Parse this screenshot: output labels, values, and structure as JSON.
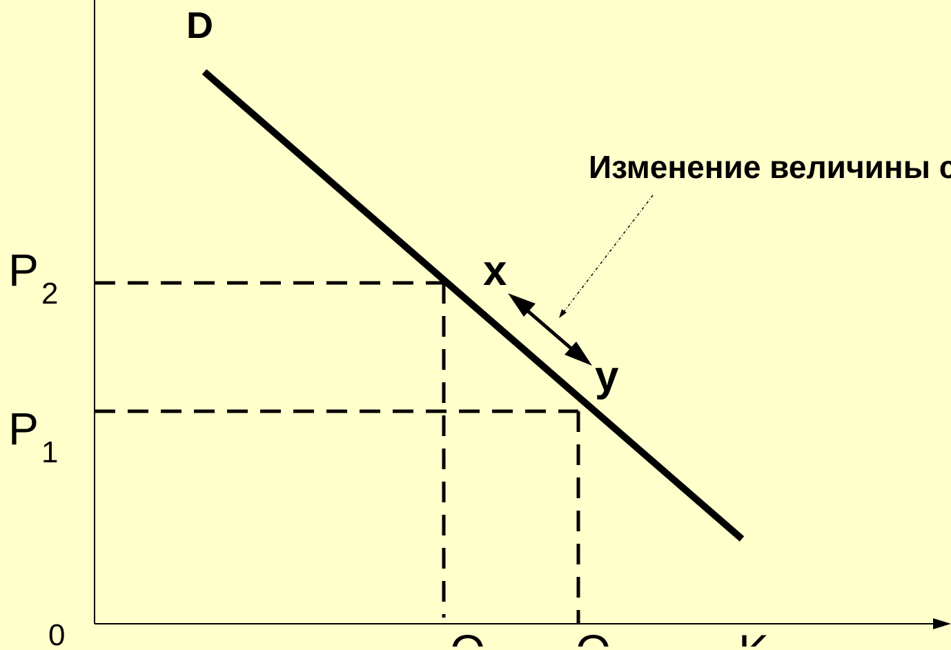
{
  "colors": {
    "background": "#ffffcc",
    "ink": "#000000"
  },
  "labels": {
    "curve": "D",
    "origin": "0",
    "p2_main": "P",
    "p2_sub": "2",
    "p1_main": "P",
    "p1_sub": "1",
    "point_x": "x",
    "point_y": "y",
    "q1_main": "Q",
    "q2_main": "Q",
    "x_axis_label": "K",
    "annotation": "Изменение величины спроса"
  },
  "icons": {
    "double_arrow": "double-headed-arrow-icon",
    "pointer": "dotted-pointer-arrow-icon"
  }
}
